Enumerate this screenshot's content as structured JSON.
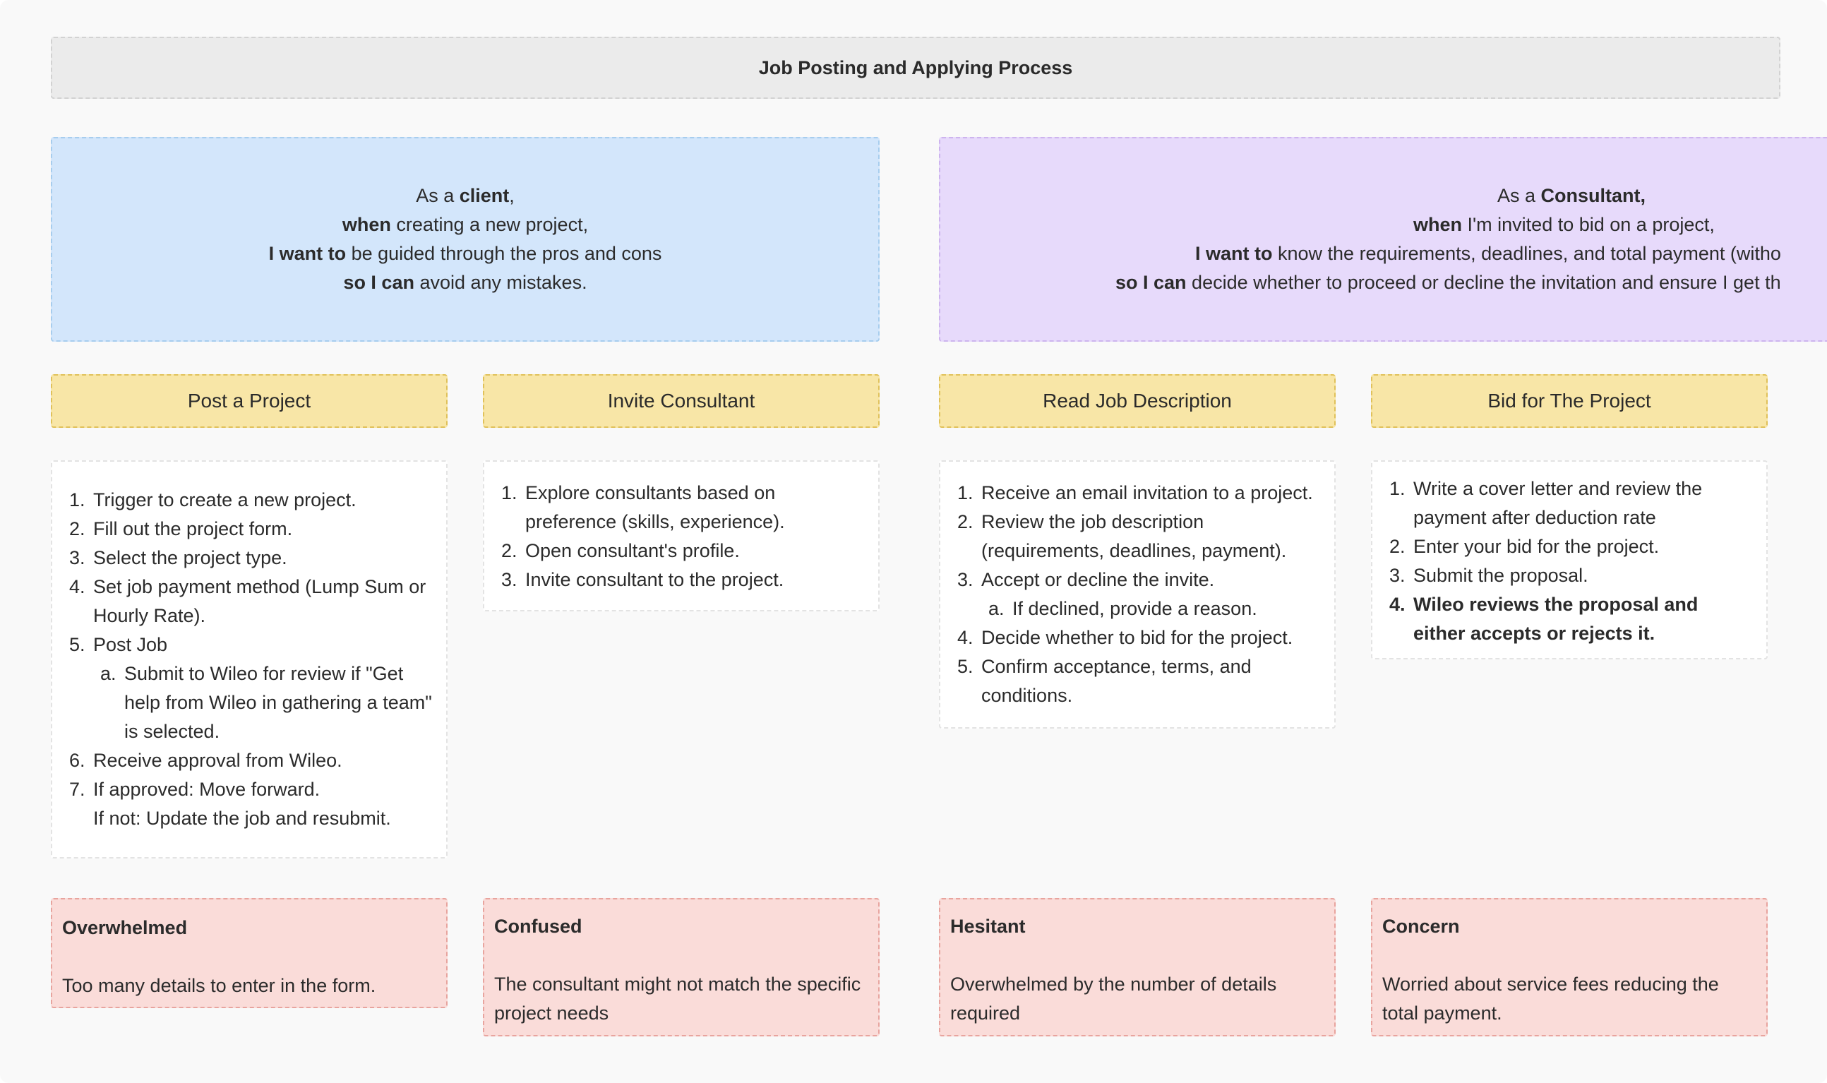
{
  "title": "Job Posting and Applying Process",
  "stories": {
    "client": {
      "line1_pre": "As a ",
      "line1_bold": "client",
      "line1_post": ",",
      "line2_bold": "when",
      "line2_post": " creating a new project,",
      "line3_bold": "I want to",
      "line3_post": " be guided through the pros and cons",
      "line4_bold": "so I can",
      "line4_post": " avoid any mistakes."
    },
    "consultant": {
      "line1_pre": "As a ",
      "line1_bold": "Consultant,",
      "line1_post": "",
      "line2_bold": "when",
      "line2_post": " I'm invited to bid on a project,",
      "line3_bold": "I want to",
      "line3_post": " know the requirements, deadlines, and total payment (witho",
      "line4_bold": "so I can",
      "line4_post": " decide whether to proceed or decline the invitation and ensure I get th"
    }
  },
  "steps": [
    {
      "label": "Post a Project"
    },
    {
      "label": "Invite Consultant"
    },
    {
      "label": "Read Job Description"
    },
    {
      "label": "Bid for The Project"
    }
  ],
  "details": {
    "post_project": {
      "items": [
        "Trigger to create a new project.",
        "Fill out the project form.",
        "Select the project type.",
        "Set job payment method (Lump Sum or Hourly Rate).",
        "Post Job",
        "Receive approval from Wileo.",
        "If approved: Move forward."
      ],
      "sub_item_5a": "Submit to Wileo for review if \"Get help from Wileo in gathering a team\" is selected.",
      "item_7_cont": "If not: Update the job and resubmit."
    },
    "invite_consultant": {
      "items": [
        "Explore consultants based on preference (skills, experience).",
        "Open consultant's profile.",
        "Invite consultant to the project."
      ]
    },
    "read_job": {
      "items": [
        "Receive an email invitation to a project.",
        "Review the job description (requirements, deadlines, payment).",
        "Accept or decline the invite.",
        "Decide whether to bid for the project.",
        "Confirm acceptance, terms, and conditions."
      ],
      "sub_item_3a": "If declined, provide a reason."
    },
    "bid_project": {
      "items": [
        "Write a cover letter and review the payment after deduction rate",
        "Enter your bid for the project.",
        "Submit the proposal.",
        "Wileo reviews the proposal and either accepts or rejects it."
      ]
    }
  },
  "notes": [
    {
      "heading": "Overwhelmed",
      "text": "Too many details to enter in the form."
    },
    {
      "heading": "Confused",
      "text": "The consultant might not match the specific project needs"
    },
    {
      "heading": "Hesitant",
      "text": "Overwhelmed by the number of details required"
    },
    {
      "heading": "Concern",
      "text": "Worried about service fees reducing the total payment."
    }
  ],
  "colors": {
    "client_story_bg": "#d3e6fb",
    "consultant_story_bg": "#e7dafb",
    "step_bg": "#f8e6a7",
    "note_bg": "#fadcd9",
    "title_bg": "#ebebeb"
  }
}
